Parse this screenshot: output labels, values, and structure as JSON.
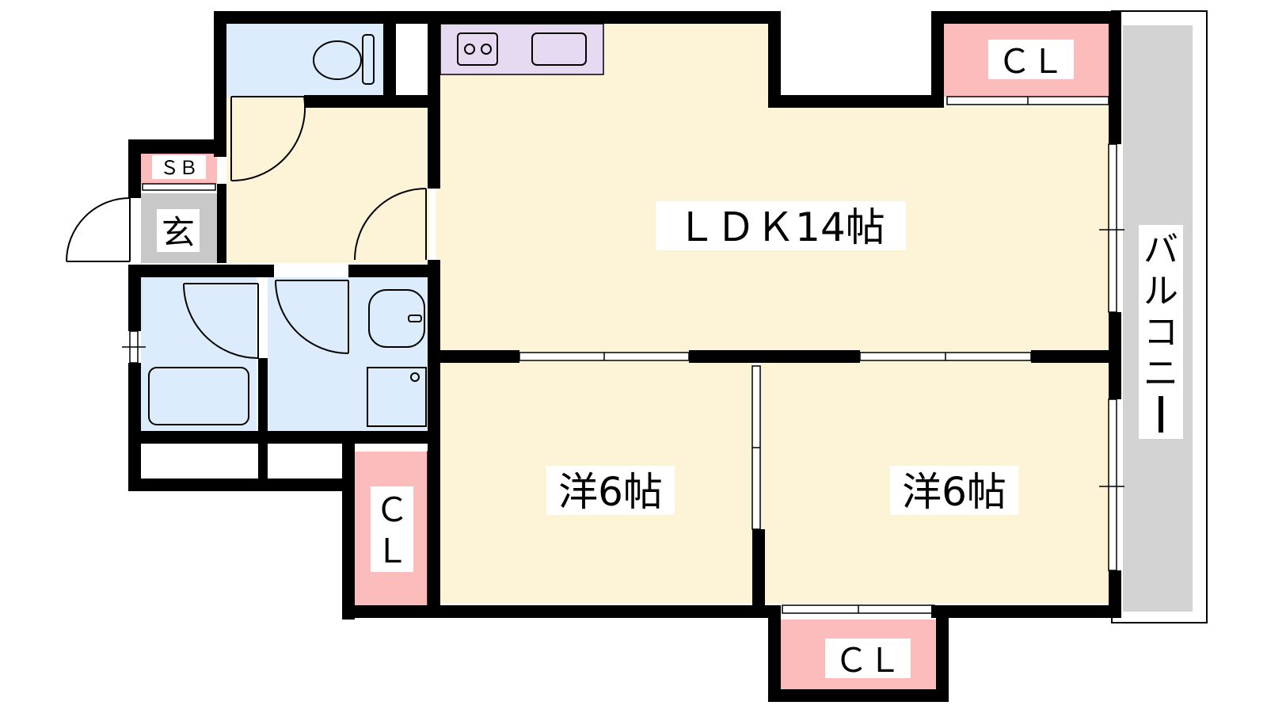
{
  "rooms": {
    "ldk": "ＬＤＫ14帖",
    "western_1": "洋6帖",
    "western_2": "洋6帖",
    "balcony": [
      "バ",
      "ル",
      "コ",
      "ニ",
      "ー"
    ],
    "entrance": "玄",
    "shoe_box": "ＳＢ",
    "closet_top": "ＣＬ",
    "closet_bottom": "ＣＬ",
    "closet_left": [
      "Ｃ",
      "Ｌ"
    ]
  },
  "colors": {
    "wall": "#000000",
    "living_floor": "#fdf3d6",
    "wet_area": "#dcecfc",
    "closet": "#fcbcbc",
    "kitchen": "#e6d9f2",
    "entrance": "#c8c8c8",
    "balcony": "#d3d3d3"
  }
}
